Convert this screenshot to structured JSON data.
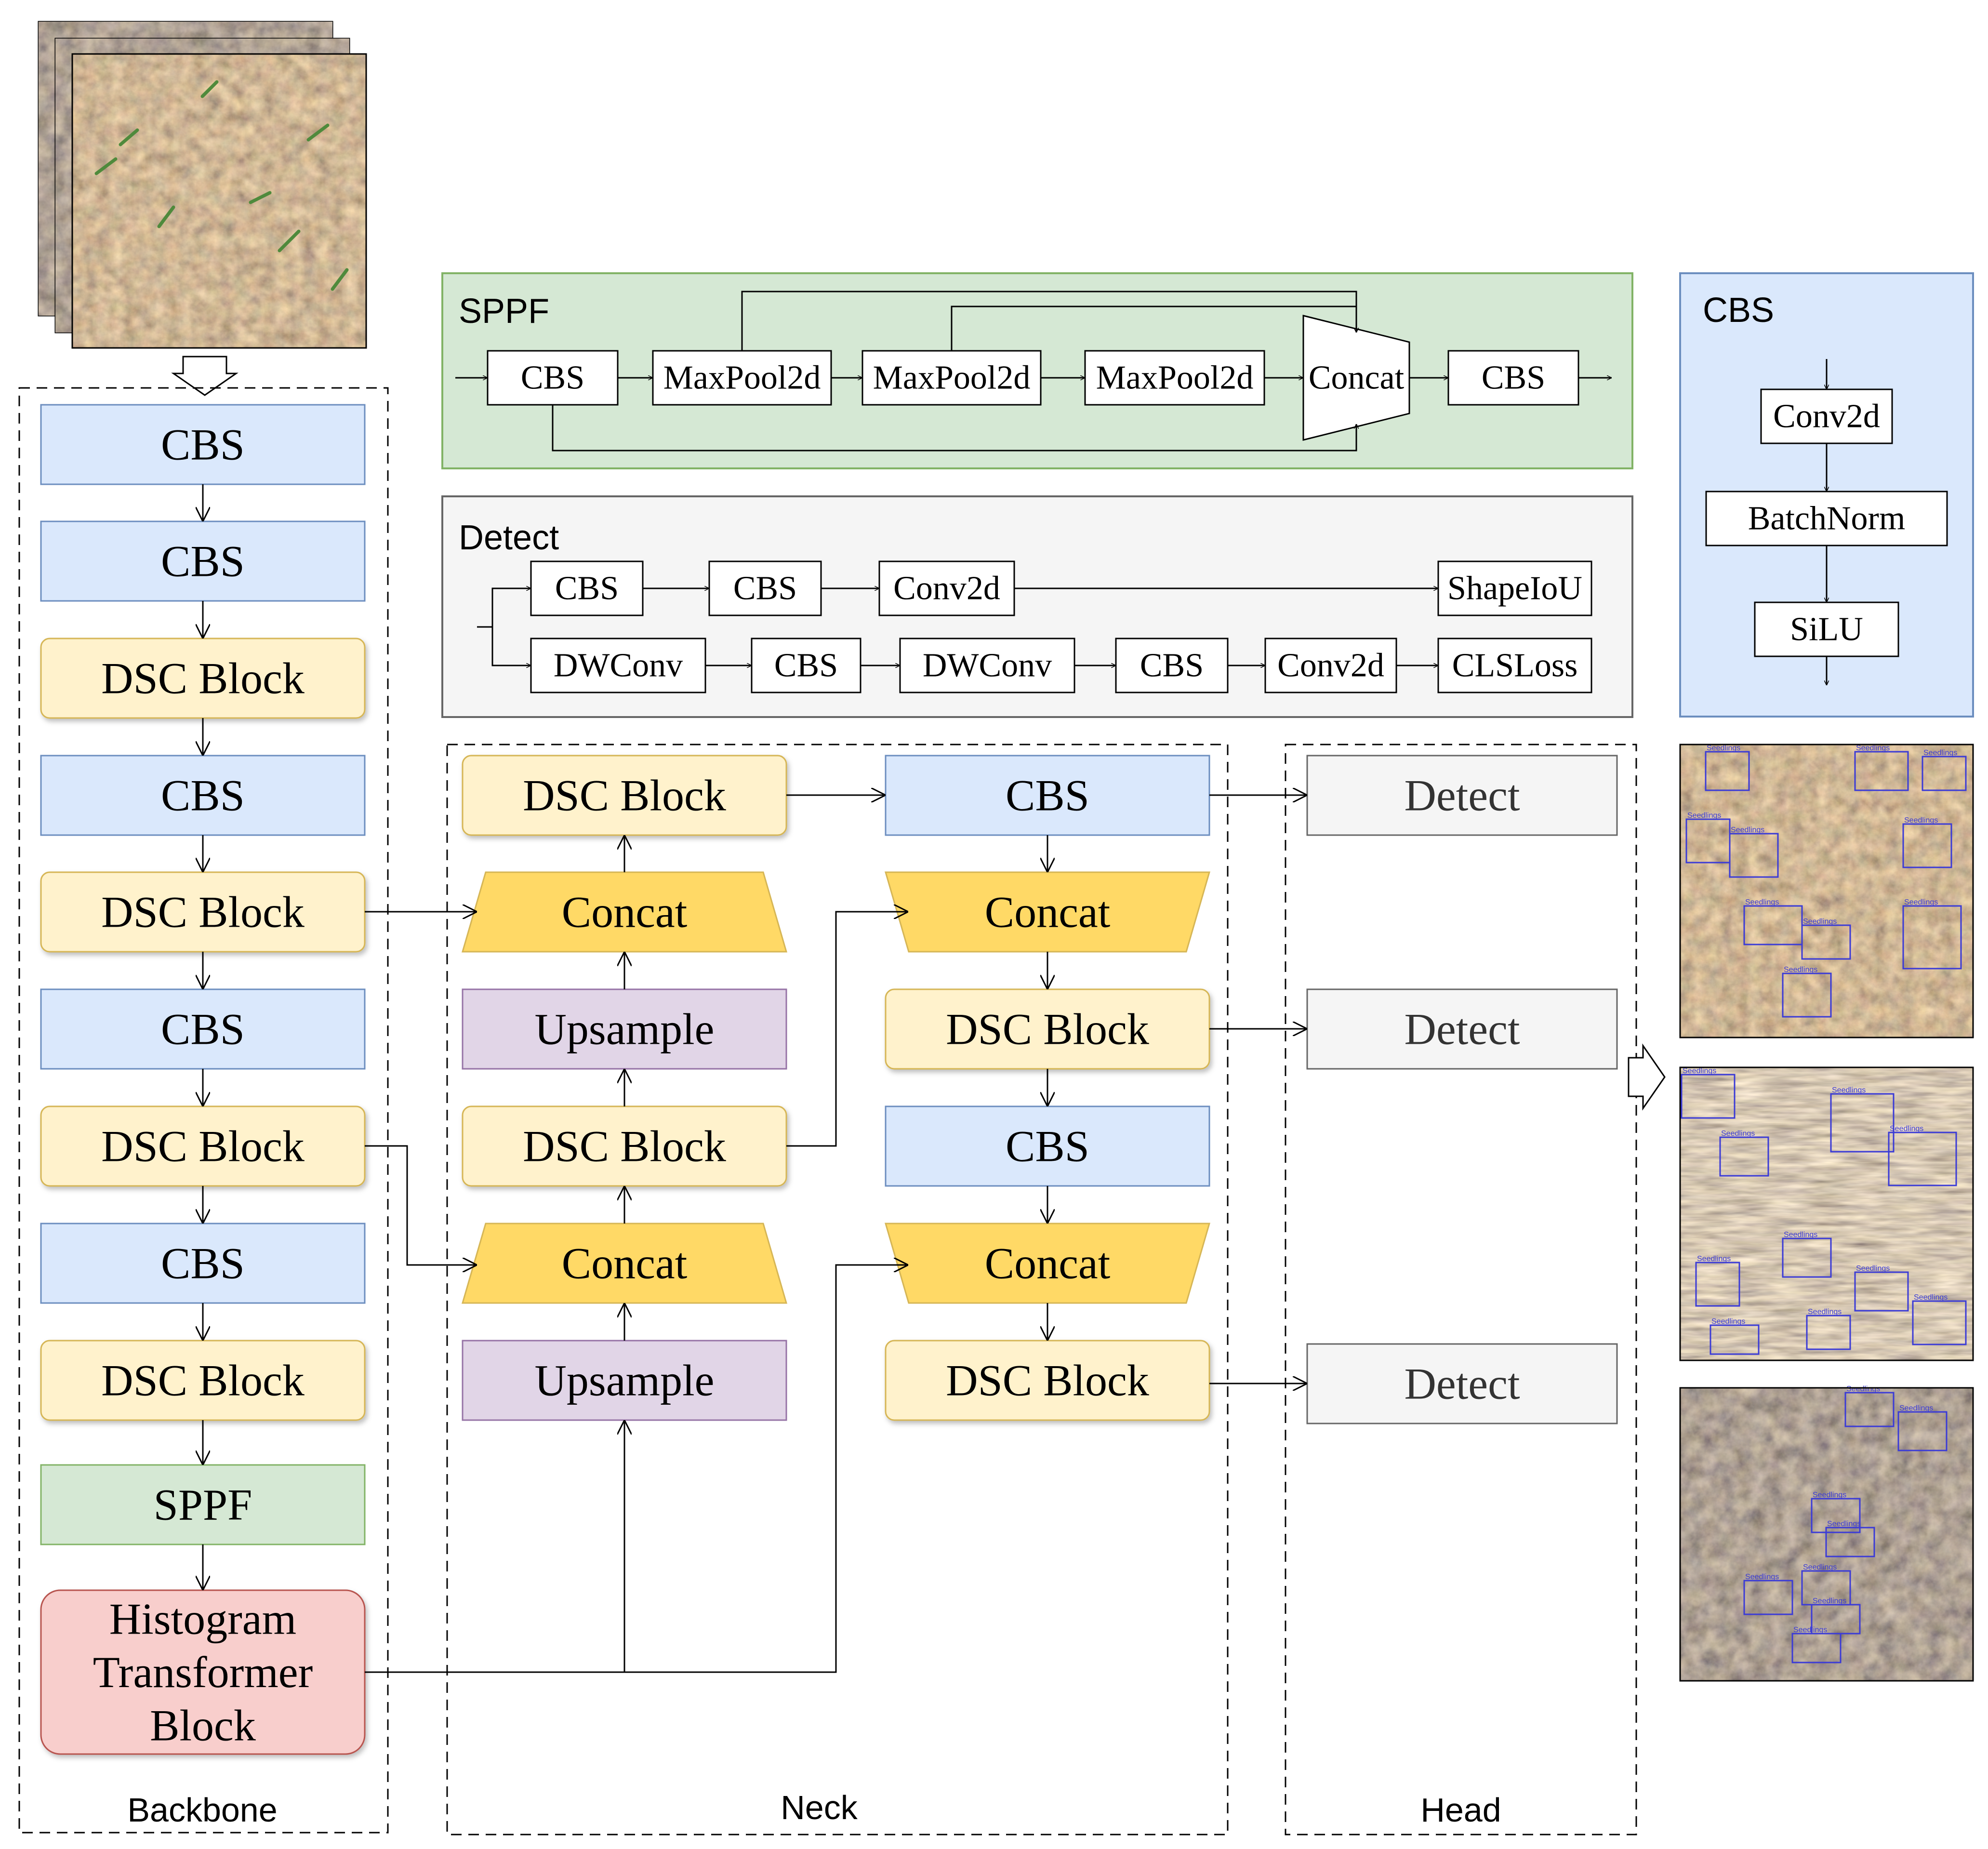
{
  "backbone": {
    "label": "Backbone",
    "blocks": [
      "CBS",
      "CBS",
      "DSC Block",
      "CBS",
      "DSC Block",
      "CBS",
      "DSC Block",
      "CBS",
      "DSC Block",
      "SPPF",
      "Histogram Transformer Block"
    ],
    "types": [
      "cbs",
      "cbs",
      "dsc",
      "cbs",
      "dsc",
      "cbs",
      "dsc",
      "cbs",
      "dsc",
      "sppf",
      "hist"
    ]
  },
  "neck": {
    "label": "Neck",
    "left": [
      "DSC Block",
      "Concat",
      "Upsample",
      "DSC Block",
      "Concat",
      "Upsample"
    ],
    "right": [
      "CBS",
      "Concat",
      "DSC Block",
      "CBS",
      "Concat",
      "DSC Block"
    ]
  },
  "head": {
    "label": "Head",
    "detects": [
      "Detect",
      "Detect",
      "Detect"
    ]
  },
  "sppf_module": {
    "title": "SPPF",
    "nodes": [
      "CBS",
      "MaxPool2d",
      "MaxPool2d",
      "MaxPool2d",
      "Concat",
      "CBS"
    ]
  },
  "detect_module": {
    "title": "Detect",
    "row1": [
      "CBS",
      "CBS",
      "Conv2d",
      "ShapeIoU"
    ],
    "row2": [
      "DWConv",
      "CBS",
      "DWConv",
      "CBS",
      "Conv2d",
      "CLSLoss"
    ]
  },
  "cbs_module": {
    "title": "CBS",
    "nodes": [
      "Conv2d",
      "BatchNorm",
      "SiLU"
    ]
  },
  "output_images": {
    "box_label": "Seedlings"
  },
  "colors": {
    "cbs": "#dae8fc",
    "cbs_stroke": "#6c8ebf",
    "dsc": "#fff2cc",
    "dsc_stroke": "#d6b656",
    "concat": "#ffd966",
    "concat_stroke": "#d6b656",
    "upsample": "#e1d5e7",
    "upsample_stroke": "#9673a6",
    "sppf": "#d5e8d4",
    "sppf_stroke": "#82b366",
    "hist": "#f8cecc",
    "hist_stroke": "#b85450",
    "detect": "#f5f5f5",
    "detect_stroke": "#666666",
    "detect_panel": "#f5f5f5",
    "cbs_panel": "#dae8fc"
  }
}
